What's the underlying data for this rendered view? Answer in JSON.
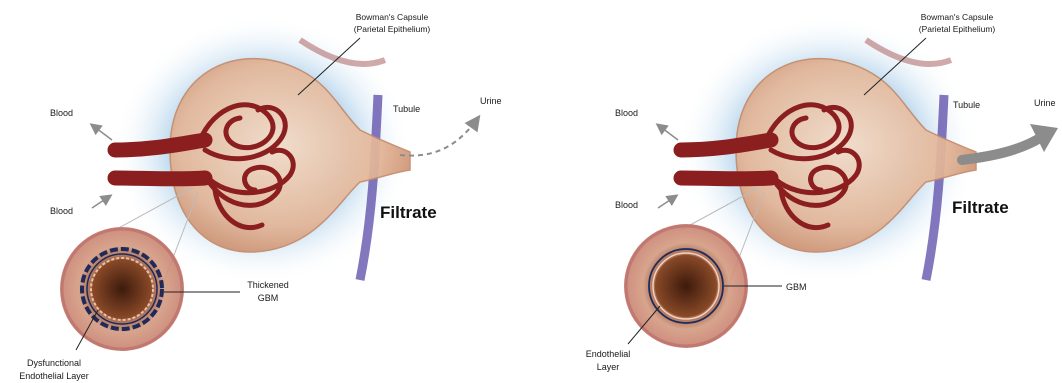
{
  "panels": [
    {
      "id": "left",
      "labels": {
        "capsule_line1": "Bowman's Capsule",
        "capsule_line2": "(Parietal Epithelium)",
        "blood_top": "Blood",
        "blood_bottom": "Blood",
        "tubule": "Tubule",
        "urine": "Urine",
        "filtrate": "Filtrate",
        "gbm_line1": "Thickened",
        "gbm_line2": "GBM",
        "endo_line1": "Dysfunctional",
        "endo_line2": "Endothelial Layer"
      }
    },
    {
      "id": "right",
      "labels": {
        "capsule_line1": "Bowman's Capsule",
        "capsule_line2": "(Parietal Epithelium)",
        "blood_top": "Blood",
        "blood_bottom": "Blood",
        "tubule": "Tubule",
        "urine": "Urine",
        "filtrate": "Filtrate",
        "gbm_line1": "GBM",
        "endo_line1": "Endothelial",
        "endo_line2": "Layer"
      }
    }
  ],
  "colors": {
    "vessel": "#8b1e1e",
    "vessel_light": "#b84a3e",
    "capsule": "#e9c4a8",
    "background_glow": "#bcd8ee",
    "tubule_vessel": "#5a4aa8",
    "arrow": "#8c8c8c"
  }
}
